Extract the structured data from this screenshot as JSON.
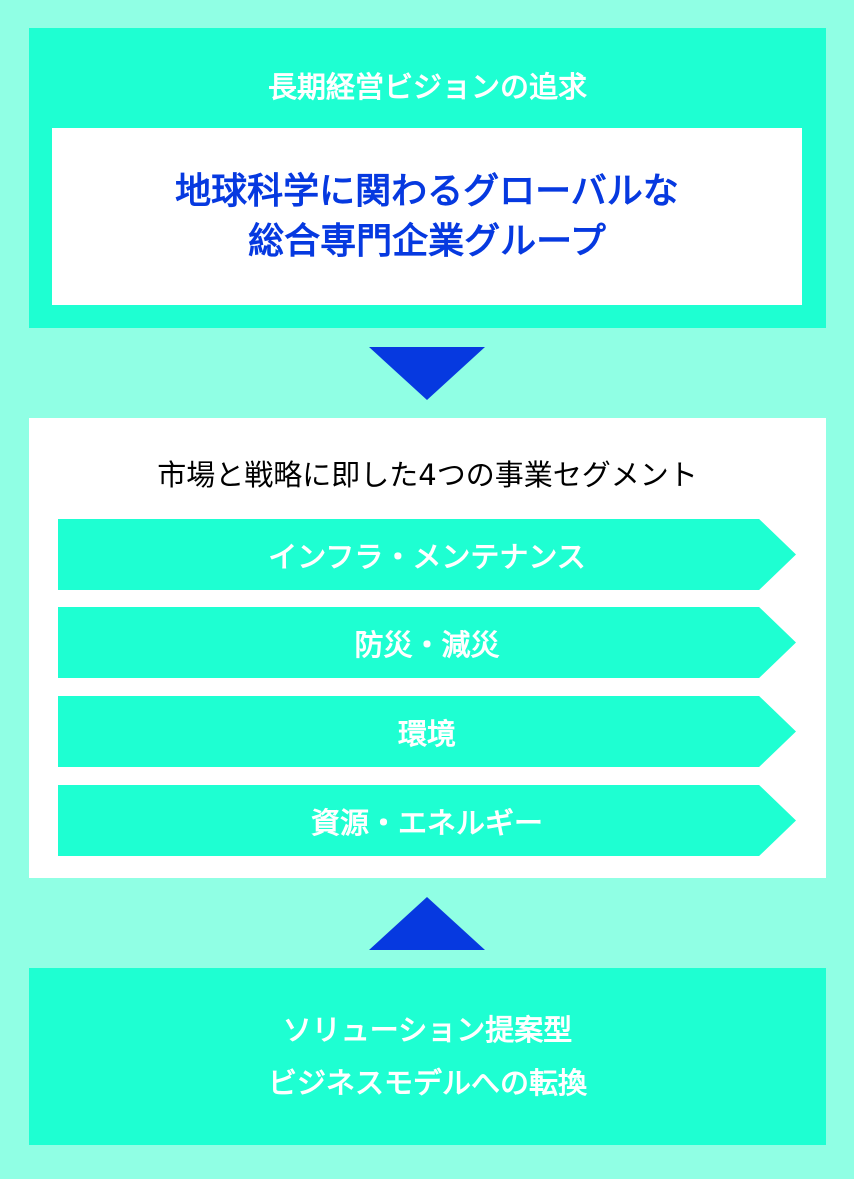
{
  "vision": {
    "title": "長期経営ビジョンの追求",
    "statement": [
      "地球科学に関わるグローバルな",
      "総合専門企業グループ"
    ]
  },
  "segments": {
    "title": "市場と戦略に即した4つの事業セグメント",
    "items": [
      "インフラ・メンテナンス",
      "防災・減災",
      "環境",
      "資源・エネルギー"
    ]
  },
  "model": {
    "lines": [
      "ソリューション提案型",
      "ビジネスモデルへの転換"
    ]
  },
  "colors": {
    "background": "#90ffe4",
    "accent": "#1effd2",
    "blue": "#0639e0"
  }
}
